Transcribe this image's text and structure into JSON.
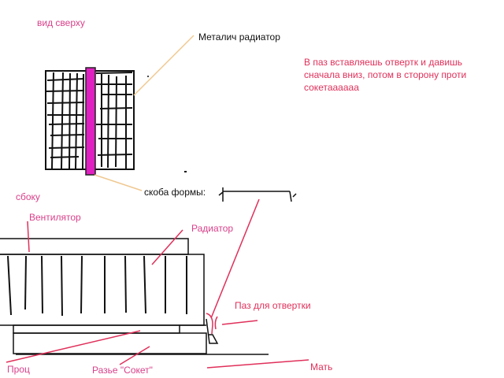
{
  "top_view": {
    "title": "вид сверху",
    "heatsink_label": "Металич радиатор",
    "clip_label": "скоба формы:"
  },
  "note": {
    "lines": [
      "В паз вставляешь отвертк и давишь",
      "сначала вниз, потом в сторону проти",
      "сокетаааааа"
    ]
  },
  "side_view": {
    "title": "сбоку",
    "fan_label": "Вентилятор",
    "heatsink_label": "Радиатор",
    "slot_label": "Паз для отвертки",
    "cpu_label": "Проц",
    "socket_label": "Разье \"Сокет\"",
    "motherboard_label": "Мать"
  },
  "colors": {
    "ink": "#111111",
    "clip": "#e020c0",
    "leader_top": "#f0c890",
    "leader_side": "#e0305a"
  }
}
